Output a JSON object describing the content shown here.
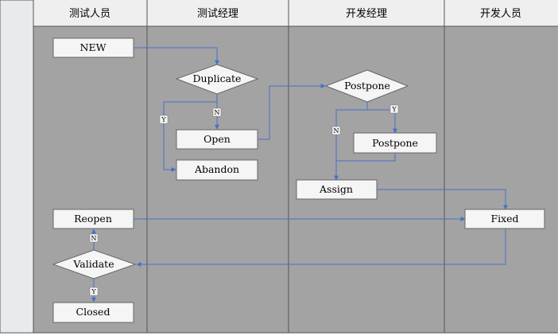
{
  "colors": {
    "lane_fill": "#a3a3a3",
    "header_fill": "#efefef",
    "left_strip_fill": "#e8eaee",
    "node_fill": "#f5f5f5",
    "connector": "#4472c4",
    "border": "#555555"
  },
  "diagram": {
    "type": "swimlane-flowchart",
    "lanes": [
      "测试人员",
      "测试经理",
      "开发经理",
      "开发人员"
    ],
    "nodes": {
      "new": "NEW",
      "duplicate": "Duplicate",
      "open": "Open",
      "abandon": "Abandon",
      "postpone_decision": "Postpone",
      "postpone_box": "Postpone",
      "assign": "Assign",
      "reopen": "Reopen",
      "fixed": "Fixed",
      "validate": "Validate",
      "closed": "Closed"
    },
    "edge_labels": {
      "duplicate_yes": "Y",
      "duplicate_no": "N",
      "postpone_yes": "Y",
      "postpone_no": "N",
      "validate_no": "N",
      "validate_yes": "Y"
    }
  }
}
